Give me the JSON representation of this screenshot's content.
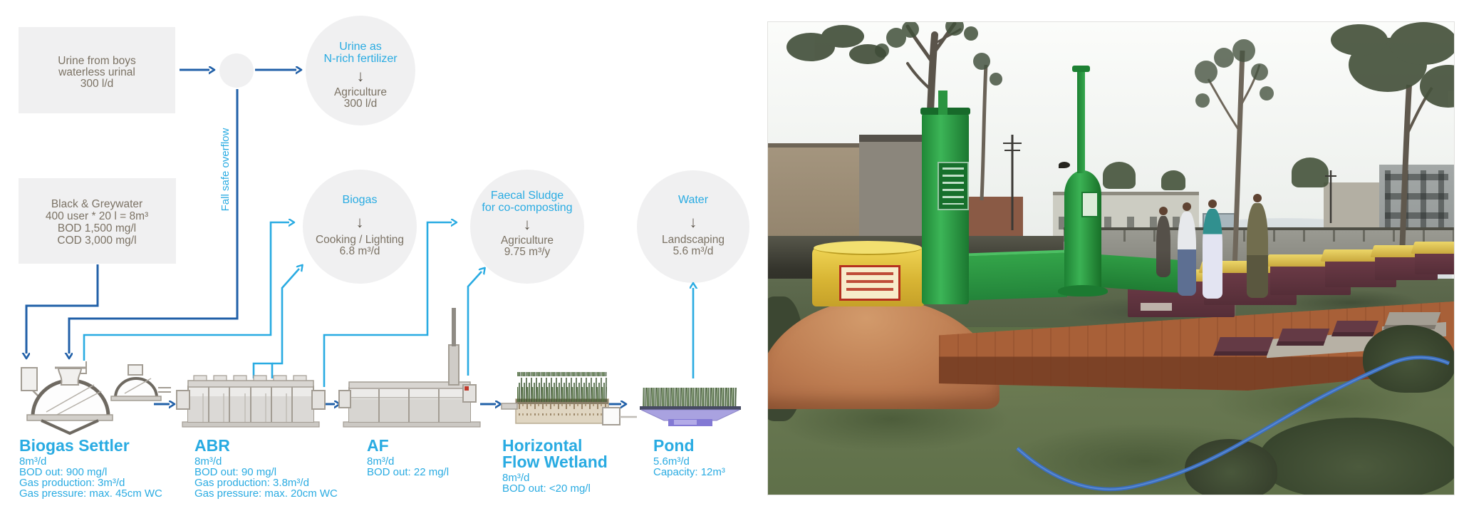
{
  "palette": {
    "cyan": "#29abe2",
    "blue": "#2160a8",
    "gray_text": "#7b7264",
    "shape_fill": "#f0f0f1"
  },
  "glyphs": {
    "down_arrow": "↓"
  },
  "diagram": {
    "source_boxes": [
      {
        "id": "urinal",
        "lines": [
          "Urine from boys",
          "waterless urinal",
          "300 l/d"
        ]
      },
      {
        "id": "black-greywater",
        "lines": [
          "Black & Greywater",
          "400 user * 20 l = 8m³",
          "BOD 1,500 mg/l",
          "COD 3,000 mg/l"
        ]
      }
    ],
    "overflow_label": "Fall safe overflow",
    "output_circles": [
      {
        "id": "urine-fertilizer",
        "product_lines": [
          "Urine as",
          "N-rich fertilizer"
        ],
        "use_lines": [
          "Agriculture",
          "300 l/d"
        ]
      },
      {
        "id": "biogas",
        "product_lines": [
          "Biogas"
        ],
        "use_lines": [
          "Cooking / Lighting",
          "6.8 m³/d"
        ]
      },
      {
        "id": "faecal-sludge",
        "product_lines": [
          "Faecal Sludge",
          "for co-composting"
        ],
        "use_lines": [
          "Agriculture",
          "9.75 m³/y"
        ]
      },
      {
        "id": "water",
        "product_lines": [
          "Water"
        ],
        "use_lines": [
          "Landscaping",
          "5.6 m³/d"
        ]
      }
    ],
    "units": [
      {
        "id": "biogas-settler",
        "name_lines": [
          "Biogas Settler"
        ],
        "specs": [
          "8m³/d",
          "BOD out: 900 mg/l",
          "Gas production: 3m³/d",
          "Gas pressure: max. 45cm WC"
        ]
      },
      {
        "id": "abr",
        "name_lines": [
          "ABR"
        ],
        "specs": [
          "8m³/d",
          "BOD out: 90 mg/l",
          "Gas production: 3.8m³/d",
          "Gas pressure: max. 20cm WC"
        ]
      },
      {
        "id": "af",
        "name_lines": [
          "AF"
        ],
        "specs": [
          "8m³/d",
          "BOD out: 22 mg/l"
        ]
      },
      {
        "id": "horizontal-flow-wetland",
        "name_lines": [
          "Horizontal",
          "Flow Wetland"
        ],
        "specs": [
          "8m³/d",
          "BOD out: <20 mg/l"
        ]
      },
      {
        "id": "pond",
        "name_lines": [
          "Pond"
        ],
        "specs": [
          "5.6m³/d",
          "Capacity: 12m³"
        ]
      }
    ]
  },
  "photo": {
    "alt": "Photograph of the built DEWATS plant: terracotta biogas settler dome with yellow access shaft and red sign, green gas pipes and gas holder, brick platform with rows of covered treatment chambers, lawn with blue hose, trees and village buildings behind"
  }
}
